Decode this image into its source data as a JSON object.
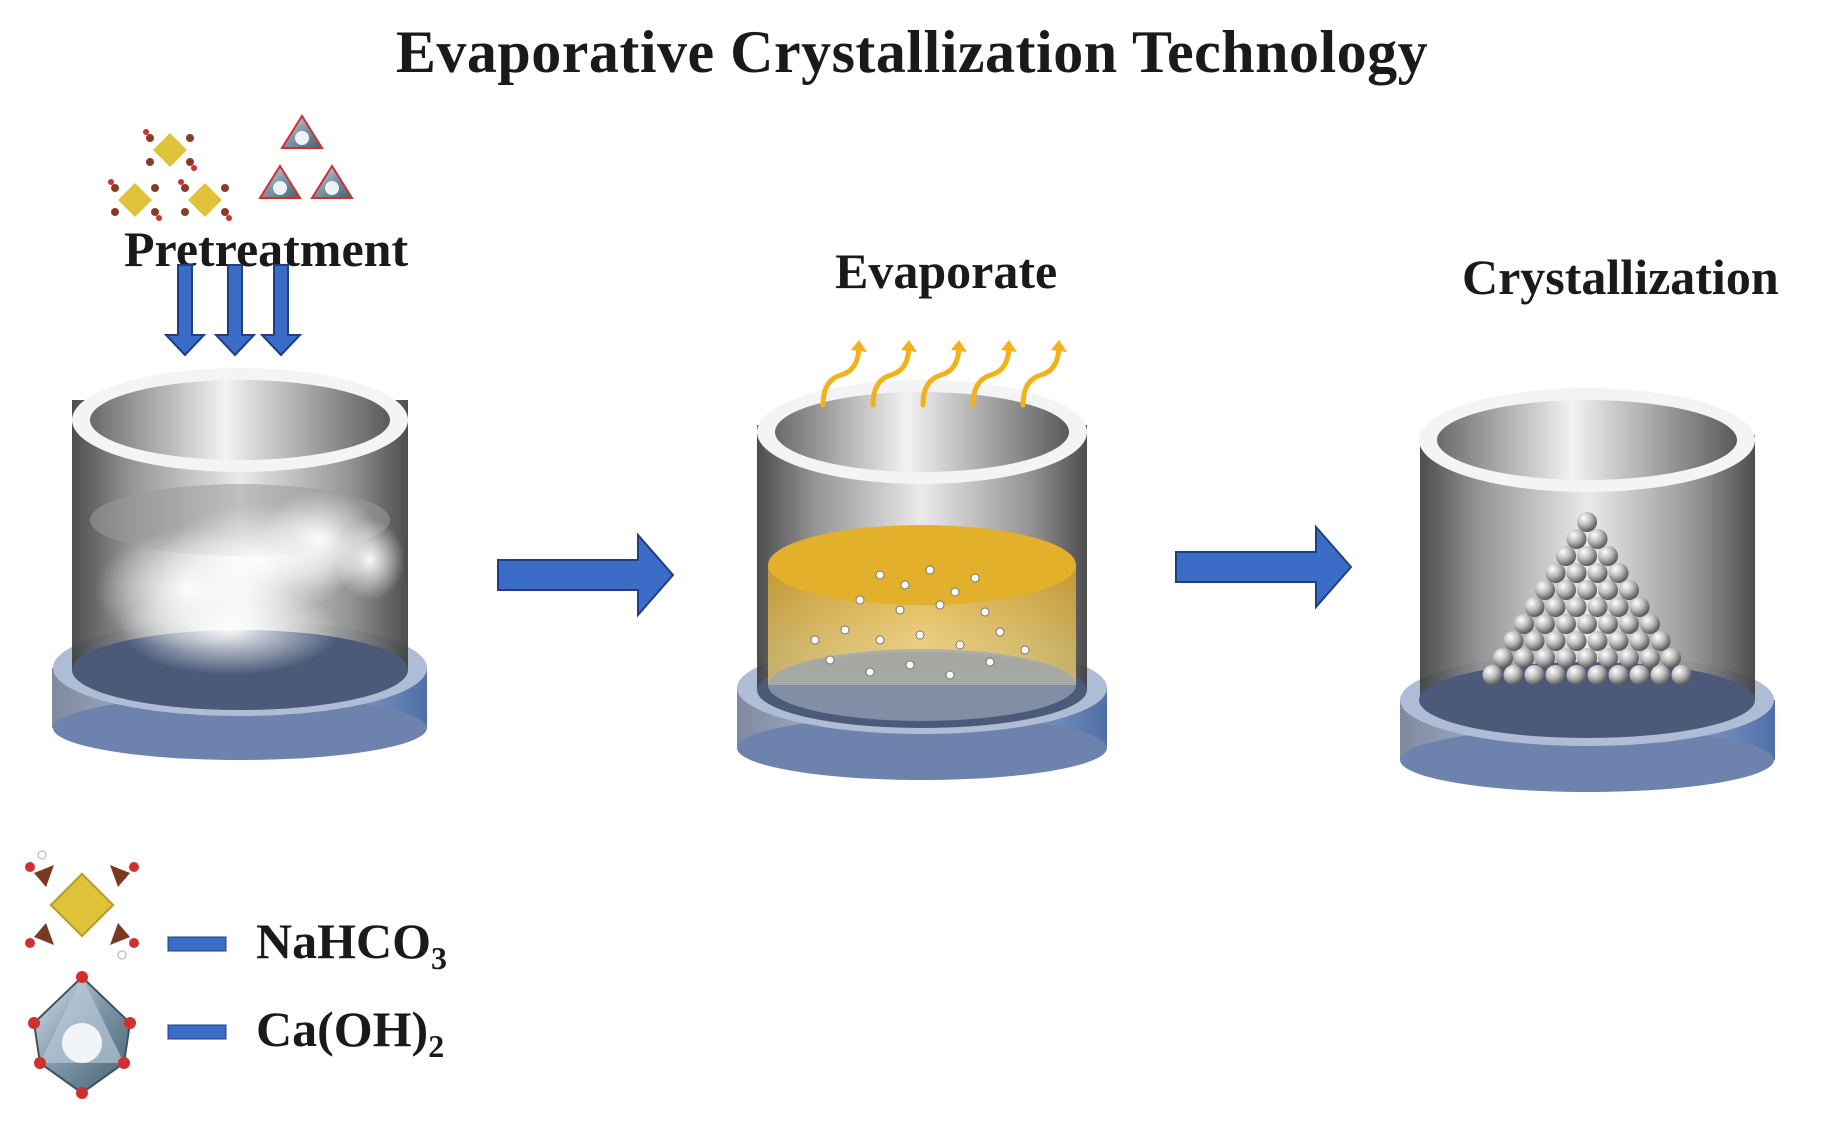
{
  "title": "Evaporative Crystallization  Technology",
  "stages": [
    {
      "label": "Pretreatment"
    },
    {
      "label": "Evaporate"
    },
    {
      "label": "Crystallization"
    }
  ],
  "legend": [
    {
      "formula": "NaHCO",
      "subscript": "3",
      "icon": "nahco3-molecule-icon"
    },
    {
      "formula": "Ca(OH)",
      "subscript": "2",
      "icon": "caoh2-octahedron-icon"
    }
  ],
  "colors": {
    "arrow_blue": "#3a6cc8",
    "vapor_orange": "#f2b21c",
    "liquid_yellow": "#e6b43a",
    "base_blue": "#5c7fb6"
  }
}
